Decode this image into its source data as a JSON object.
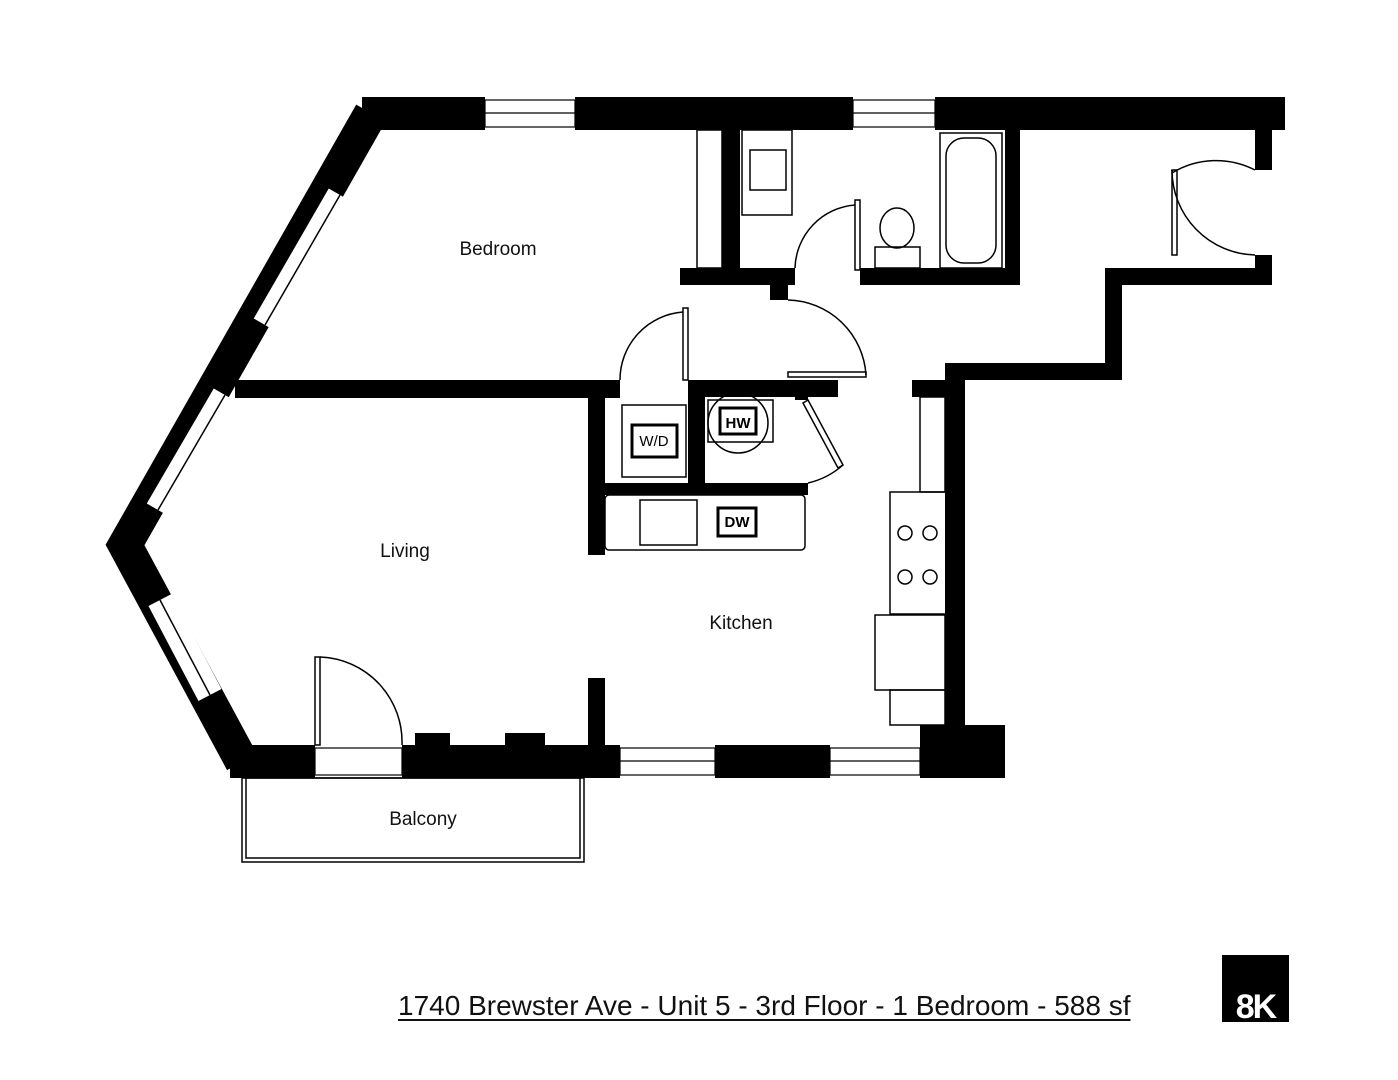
{
  "rooms": {
    "bedroom": "Bedroom",
    "living": "Living",
    "kitchen": "Kitchen",
    "balcony": "Balcony"
  },
  "fixtures": {
    "washer_dryer": "W/D",
    "water_heater": "HW",
    "dishwasher": "DW"
  },
  "caption": "1740 Brewster Ave - Unit 5 - 3rd Floor - 1 Bedroom - 588 sf",
  "logo": "8K",
  "colors": {
    "wall": "#000000",
    "background": "#ffffff"
  }
}
